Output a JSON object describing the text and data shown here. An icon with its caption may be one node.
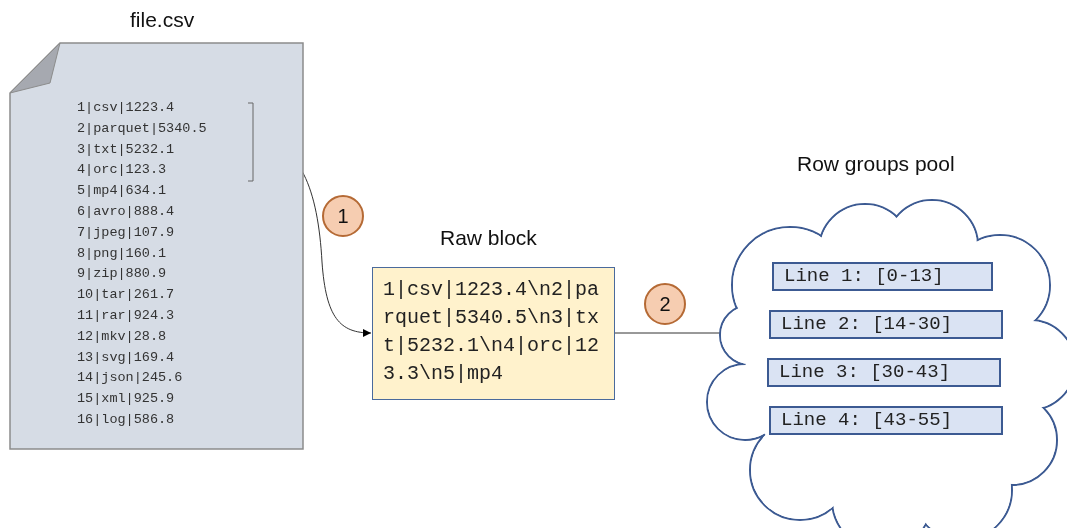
{
  "diagram": {
    "nodes": [
      {
        "text": [
          "file.csv",
          "1|csv|1223.4",
          "2|parquet|5340.5",
          "3|txt|5232.1",
          "4|orc|123.3",
          "5|mp4|634.1",
          "6|avro|888.4",
          "7|jpeg|107.9",
          "8|png|160.1",
          "9|zip|880.9",
          "10|tar|261.7",
          "11|rar|924.3",
          "12|mkv|28.8",
          "13|svg|169.4",
          "14|json|245.6",
          "15|xml|925.9",
          "16|log|586.8"
        ]
      },
      {
        "text": [
          "1"
        ]
      },
      {
        "text": [
          "Raw block",
          "1|csv|1223.4\\n2|parquet|5340.5\\n3|txt|5232.1\\n4|orc|123.3\\n5|mp4"
        ]
      },
      {
        "text": [
          "2"
        ]
      },
      {
        "text": [
          "Row groups pool"
        ]
      },
      {
        "text": [
          "Line 1: [0-13]"
        ],
        "in": 4
      },
      {
        "text": [
          "Line 2: [14-30]"
        ],
        "in": 4
      },
      {
        "text": [
          "Line 3: [30-43]"
        ],
        "in": 4
      },
      {
        "text": [
          "Line 4: [43-55]"
        ],
        "in": 4
      }
    ],
    "edges": [
      {
        "from": 0,
        "to": 2,
        "arrow": "to"
      },
      {
        "from": 2,
        "to": 4,
        "arrow": "to"
      }
    ]
  }
}
